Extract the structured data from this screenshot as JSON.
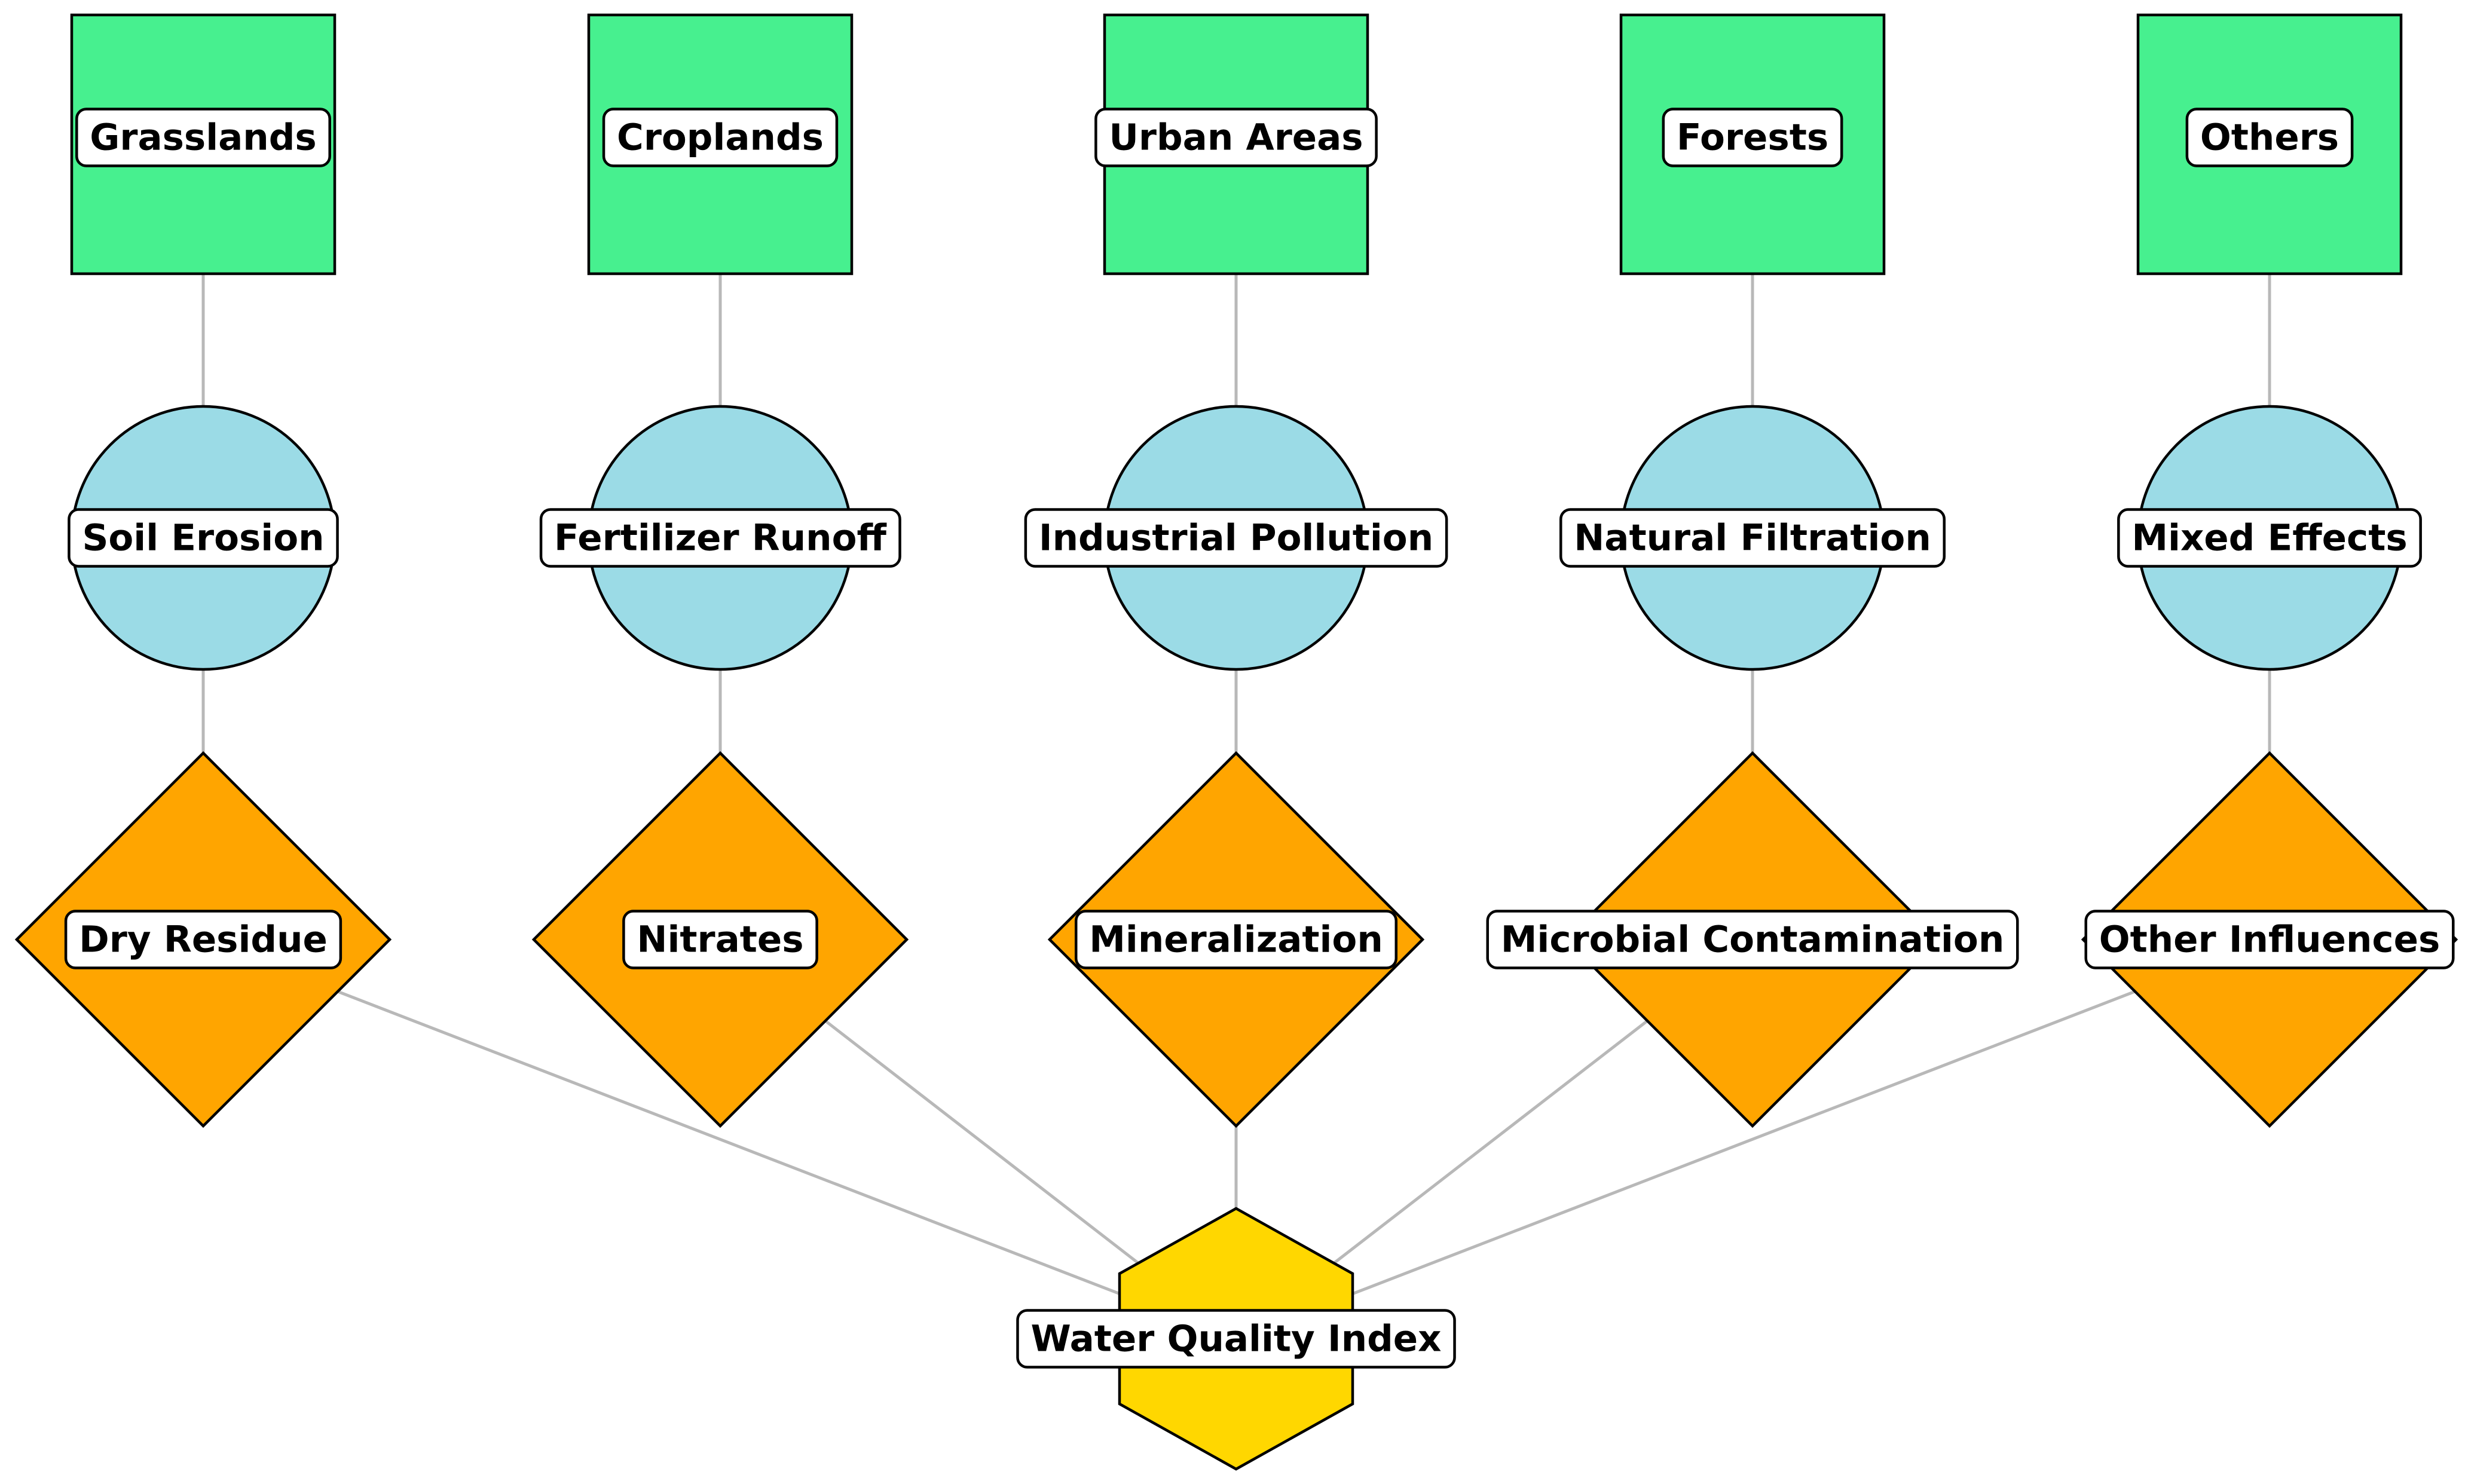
{
  "diagram": {
    "colors": {
      "land_use": "#47F08F",
      "effect": "#9BDBE6",
      "parameter": "#FFA500",
      "index": "#FFD700",
      "edge": "#B8B8B8"
    },
    "land_uses": [
      {
        "id": "grasslands",
        "label": "Grasslands",
        "shape": "rectangle"
      },
      {
        "id": "croplands",
        "label": "Croplands",
        "shape": "rectangle"
      },
      {
        "id": "urban-areas",
        "label": "Urban Areas",
        "shape": "rectangle"
      },
      {
        "id": "forests",
        "label": "Forests",
        "shape": "rectangle"
      },
      {
        "id": "others",
        "label": "Others",
        "shape": "rectangle"
      }
    ],
    "effects": [
      {
        "id": "soil-erosion",
        "label": "Soil Erosion",
        "shape": "circle"
      },
      {
        "id": "fertilizer-runoff",
        "label": "Fertilizer Runoff",
        "shape": "circle"
      },
      {
        "id": "industrial-pollution",
        "label": "Industrial Pollution",
        "shape": "circle"
      },
      {
        "id": "natural-filtration",
        "label": "Natural Filtration",
        "shape": "circle"
      },
      {
        "id": "mixed-effects",
        "label": "Mixed Effects",
        "shape": "circle"
      }
    ],
    "parameters": [
      {
        "id": "dry-residue",
        "label": "Dry Residue",
        "shape": "diamond"
      },
      {
        "id": "nitrates",
        "label": "Nitrates",
        "shape": "diamond"
      },
      {
        "id": "mineralization",
        "label": "Mineralization",
        "shape": "diamond"
      },
      {
        "id": "microbial-contamination",
        "label": "Microbial Contamination",
        "shape": "diamond"
      },
      {
        "id": "other-influences",
        "label": "Other Influences",
        "shape": "diamond"
      }
    ],
    "index": {
      "id": "water-quality-index",
      "label": "Water Quality Index",
      "shape": "hexagon"
    },
    "edges": [
      [
        "grasslands",
        "soil-erosion"
      ],
      [
        "croplands",
        "fertilizer-runoff"
      ],
      [
        "urban-areas",
        "industrial-pollution"
      ],
      [
        "forests",
        "natural-filtration"
      ],
      [
        "others",
        "mixed-effects"
      ],
      [
        "soil-erosion",
        "dry-residue"
      ],
      [
        "fertilizer-runoff",
        "nitrates"
      ],
      [
        "industrial-pollution",
        "mineralization"
      ],
      [
        "natural-filtration",
        "microbial-contamination"
      ],
      [
        "mixed-effects",
        "other-influences"
      ],
      [
        "dry-residue",
        "water-quality-index"
      ],
      [
        "nitrates",
        "water-quality-index"
      ],
      [
        "mineralization",
        "water-quality-index"
      ],
      [
        "microbial-contamination",
        "water-quality-index"
      ],
      [
        "other-influences",
        "water-quality-index"
      ]
    ]
  }
}
